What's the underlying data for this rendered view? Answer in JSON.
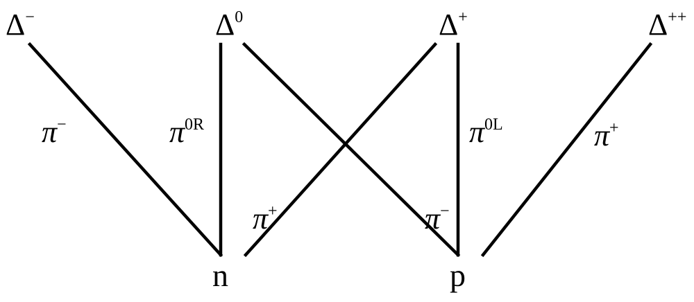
{
  "colors": {
    "background": "#ffffff",
    "ink": "#000000"
  },
  "deltas": [
    {
      "id": "dm",
      "base": "Δ",
      "charge": "−"
    },
    {
      "id": "d0",
      "base": "Δ",
      "charge": "0"
    },
    {
      "id": "dp",
      "base": "Δ",
      "charge": "+"
    },
    {
      "id": "dpp",
      "base": "Δ",
      "charge": "++"
    }
  ],
  "nucleons": [
    {
      "id": "n",
      "label": "n"
    },
    {
      "id": "p",
      "label": "p"
    }
  ],
  "pions": [
    {
      "id": "pi_minus_left",
      "base": "π",
      "sup": "−"
    },
    {
      "id": "pi_0R",
      "base": "π",
      "sup": "0R"
    },
    {
      "id": "pi_plus_left",
      "base": "π",
      "sup": "+"
    },
    {
      "id": "pi_minus_right",
      "base": "π",
      "sup": "−"
    },
    {
      "id": "pi_0L",
      "base": "π",
      "sup": "0L"
    },
    {
      "id": "pi_plus_right",
      "base": "π",
      "sup": "+"
    }
  ]
}
